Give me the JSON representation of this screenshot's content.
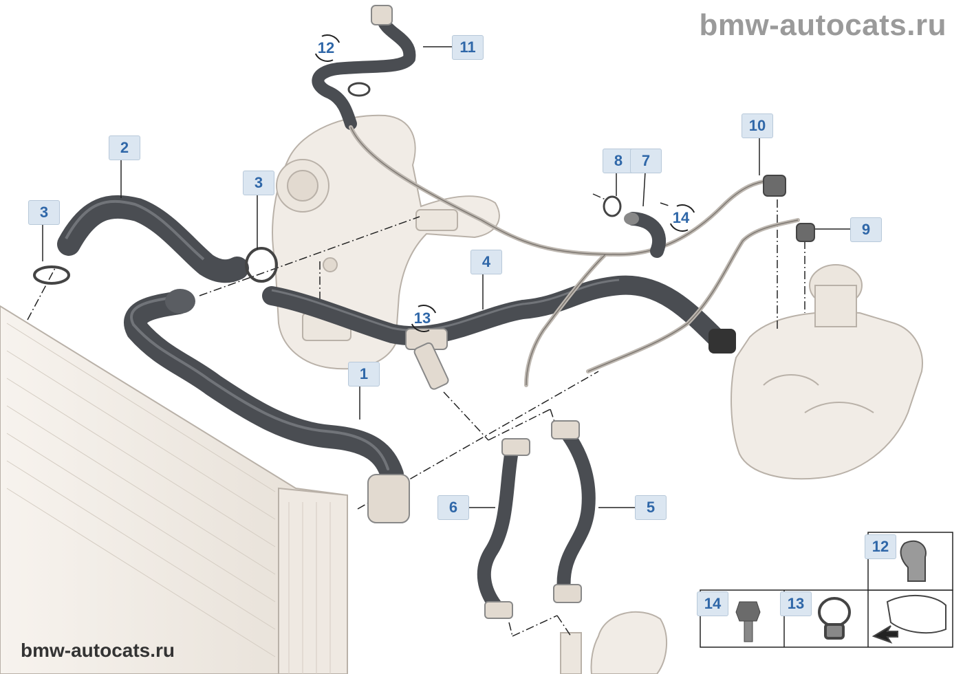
{
  "watermark_top": "bmw-autocats.ru",
  "watermark_bottom": "bmw-autocats.ru",
  "callouts": {
    "c1": "1",
    "c2": "2",
    "c3a": "3",
    "c3b": "3",
    "c4": "4",
    "c5": "5",
    "c6": "6",
    "c7": "7",
    "c8": "8",
    "c9": "9",
    "c10": "10",
    "c11": "11",
    "c12": "12",
    "c13": "13",
    "c14": "14"
  },
  "legend": {
    "l12": "12",
    "l13": "13",
    "l14": "14"
  },
  "colors": {
    "hose": "#4a4d52",
    "hose_highlight": "#8c8f94",
    "part_fill": "#f1ece6",
    "part_stroke": "#b9b1a8",
    "callout_bg": "#dbe6f1",
    "callout_text": "#2f67a8"
  }
}
